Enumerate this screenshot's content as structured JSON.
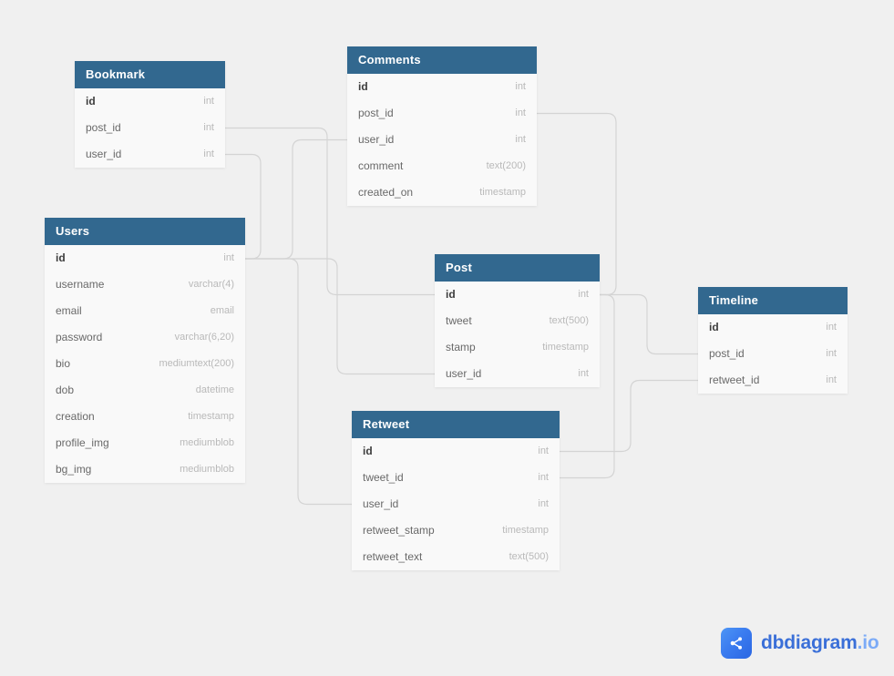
{
  "canvas": {
    "background_color": "#f0f0f0",
    "table_header_color": "#32688f",
    "table_body_color": "#f9f9f9",
    "connector_color": "#d4d4d4"
  },
  "tables": [
    {
      "name": "Bookmark",
      "fields": [
        {
          "name": "id",
          "type": "int",
          "pk": true
        },
        {
          "name": "post_id",
          "type": "int"
        },
        {
          "name": "user_id",
          "type": "int"
        }
      ]
    },
    {
      "name": "Comments",
      "fields": [
        {
          "name": "id",
          "type": "int",
          "pk": true
        },
        {
          "name": "post_id",
          "type": "int"
        },
        {
          "name": "user_id",
          "type": "int"
        },
        {
          "name": "comment",
          "type": "text(200)"
        },
        {
          "name": "created_on",
          "type": "timestamp"
        }
      ]
    },
    {
      "name": "Users",
      "fields": [
        {
          "name": "id",
          "type": "int",
          "pk": true
        },
        {
          "name": "username",
          "type": "varchar(4)"
        },
        {
          "name": "email",
          "type": "email"
        },
        {
          "name": "password",
          "type": "varchar(6,20)"
        },
        {
          "name": "bio",
          "type": "mediumtext(200)"
        },
        {
          "name": "dob",
          "type": "datetime"
        },
        {
          "name": "creation",
          "type": "timestamp"
        },
        {
          "name": "profile_img",
          "type": "mediumblob"
        },
        {
          "name": "bg_img",
          "type": "mediumblob"
        }
      ]
    },
    {
      "name": "Post",
      "fields": [
        {
          "name": "id",
          "type": "int",
          "pk": true
        },
        {
          "name": "tweet",
          "type": "text(500)"
        },
        {
          "name": "stamp",
          "type": "timestamp"
        },
        {
          "name": "user_id",
          "type": "int"
        }
      ]
    },
    {
      "name": "Timeline",
      "fields": [
        {
          "name": "id",
          "type": "int",
          "pk": true
        },
        {
          "name": "post_id",
          "type": "int"
        },
        {
          "name": "retweet_id",
          "type": "int"
        }
      ]
    },
    {
      "name": "Retweet",
      "fields": [
        {
          "name": "id",
          "type": "int",
          "pk": true
        },
        {
          "name": "tweet_id",
          "type": "int"
        },
        {
          "name": "user_id",
          "type": "int"
        },
        {
          "name": "retweet_stamp",
          "type": "timestamp"
        },
        {
          "name": "retweet_text",
          "type": "text(500)"
        }
      ]
    }
  ],
  "relationships": [
    {
      "from": "Bookmark.post_id",
      "to": "Post.id"
    },
    {
      "from": "Bookmark.user_id",
      "to": "Users.id"
    },
    {
      "from": "Comments.user_id",
      "to": "Users.id"
    },
    {
      "from": "Comments.post_id",
      "to": "Post.id"
    },
    {
      "from": "Post.user_id",
      "to": "Users.id"
    },
    {
      "from": "Retweet.user_id",
      "to": "Users.id"
    },
    {
      "from": "Timeline.post_id",
      "to": "Post.id"
    },
    {
      "from": "Timeline.retweet_id",
      "to": "Retweet.id"
    },
    {
      "from": "Retweet.tweet_id",
      "to": "Post.id"
    }
  ],
  "branding": {
    "logo_text": "dbdiagram",
    "logo_suffix": ".io"
  }
}
